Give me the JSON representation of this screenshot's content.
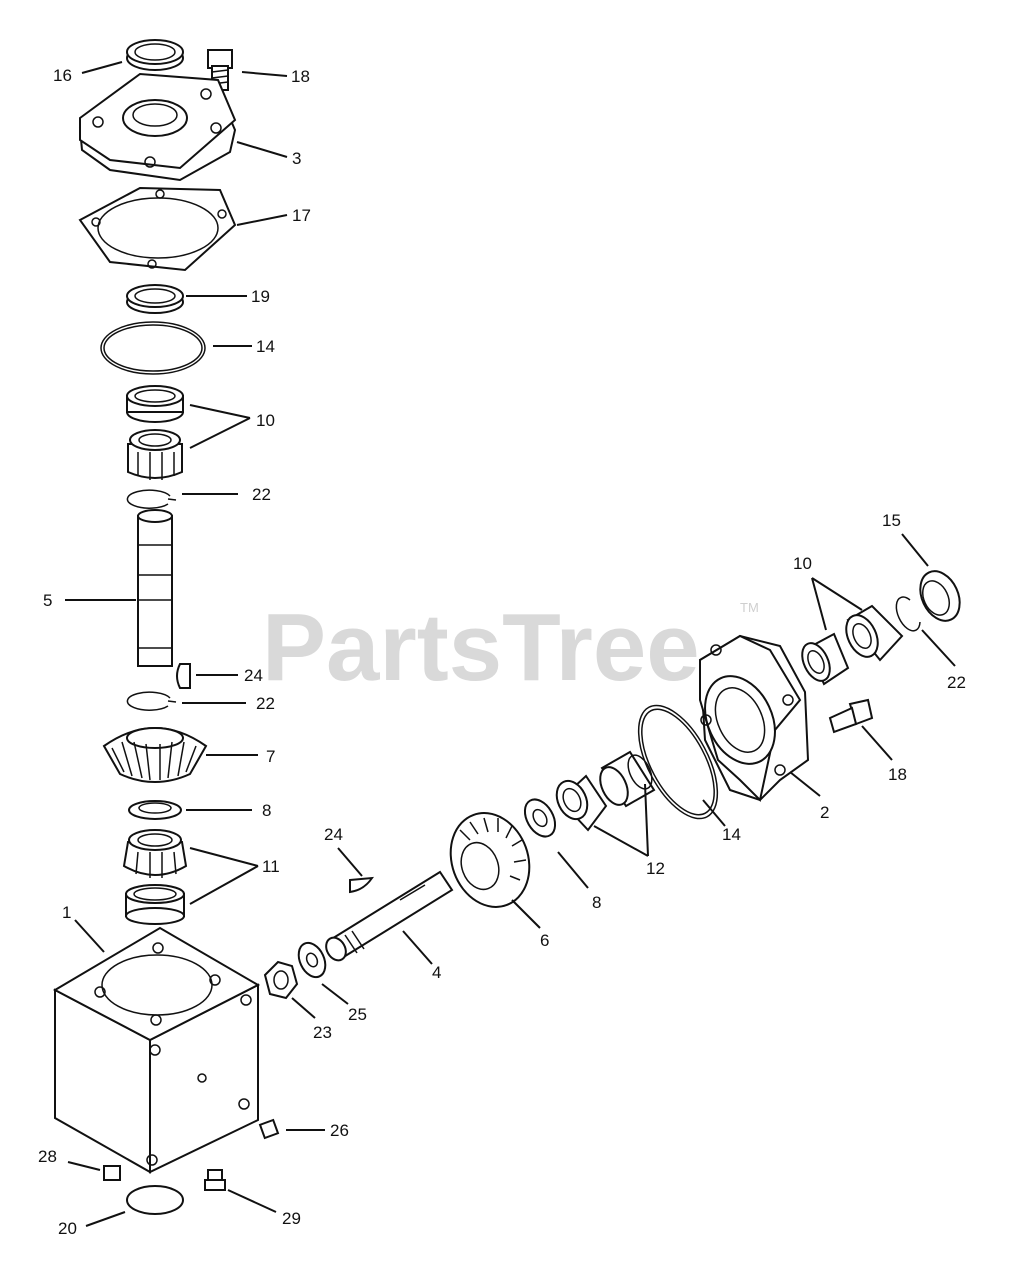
{
  "watermark": {
    "text": "PartsTree",
    "tm": "TM"
  },
  "callouts": [
    {
      "id": "c16a",
      "text": "16"
    },
    {
      "id": "c18a",
      "text": "18"
    },
    {
      "id": "c3",
      "text": "3"
    },
    {
      "id": "c17",
      "text": "17"
    },
    {
      "id": "c19",
      "text": "19"
    },
    {
      "id": "c14a",
      "text": "14"
    },
    {
      "id": "c10a",
      "text": "10"
    },
    {
      "id": "c22a",
      "text": "22"
    },
    {
      "id": "c5",
      "text": "5"
    },
    {
      "id": "c24a",
      "text": "24"
    },
    {
      "id": "c22b",
      "text": "22"
    },
    {
      "id": "c7",
      "text": "7"
    },
    {
      "id": "c8a",
      "text": "8"
    },
    {
      "id": "c11",
      "text": "11"
    },
    {
      "id": "c1",
      "text": "1"
    },
    {
      "id": "c24b",
      "text": "24"
    },
    {
      "id": "c4",
      "text": "4"
    },
    {
      "id": "c25",
      "text": "25"
    },
    {
      "id": "c23",
      "text": "23"
    },
    {
      "id": "c6",
      "text": "6"
    },
    {
      "id": "c8b",
      "text": "8"
    },
    {
      "id": "c12",
      "text": "12"
    },
    {
      "id": "c14b",
      "text": "14"
    },
    {
      "id": "c2",
      "text": "2"
    },
    {
      "id": "c10b",
      "text": "10"
    },
    {
      "id": "c15",
      "text": "15"
    },
    {
      "id": "c22c",
      "text": "22"
    },
    {
      "id": "c18b",
      "text": "18"
    },
    {
      "id": "c26",
      "text": "26"
    },
    {
      "id": "c28",
      "text": "28"
    },
    {
      "id": "c20",
      "text": "20"
    },
    {
      "id": "c29",
      "text": "29"
    }
  ]
}
